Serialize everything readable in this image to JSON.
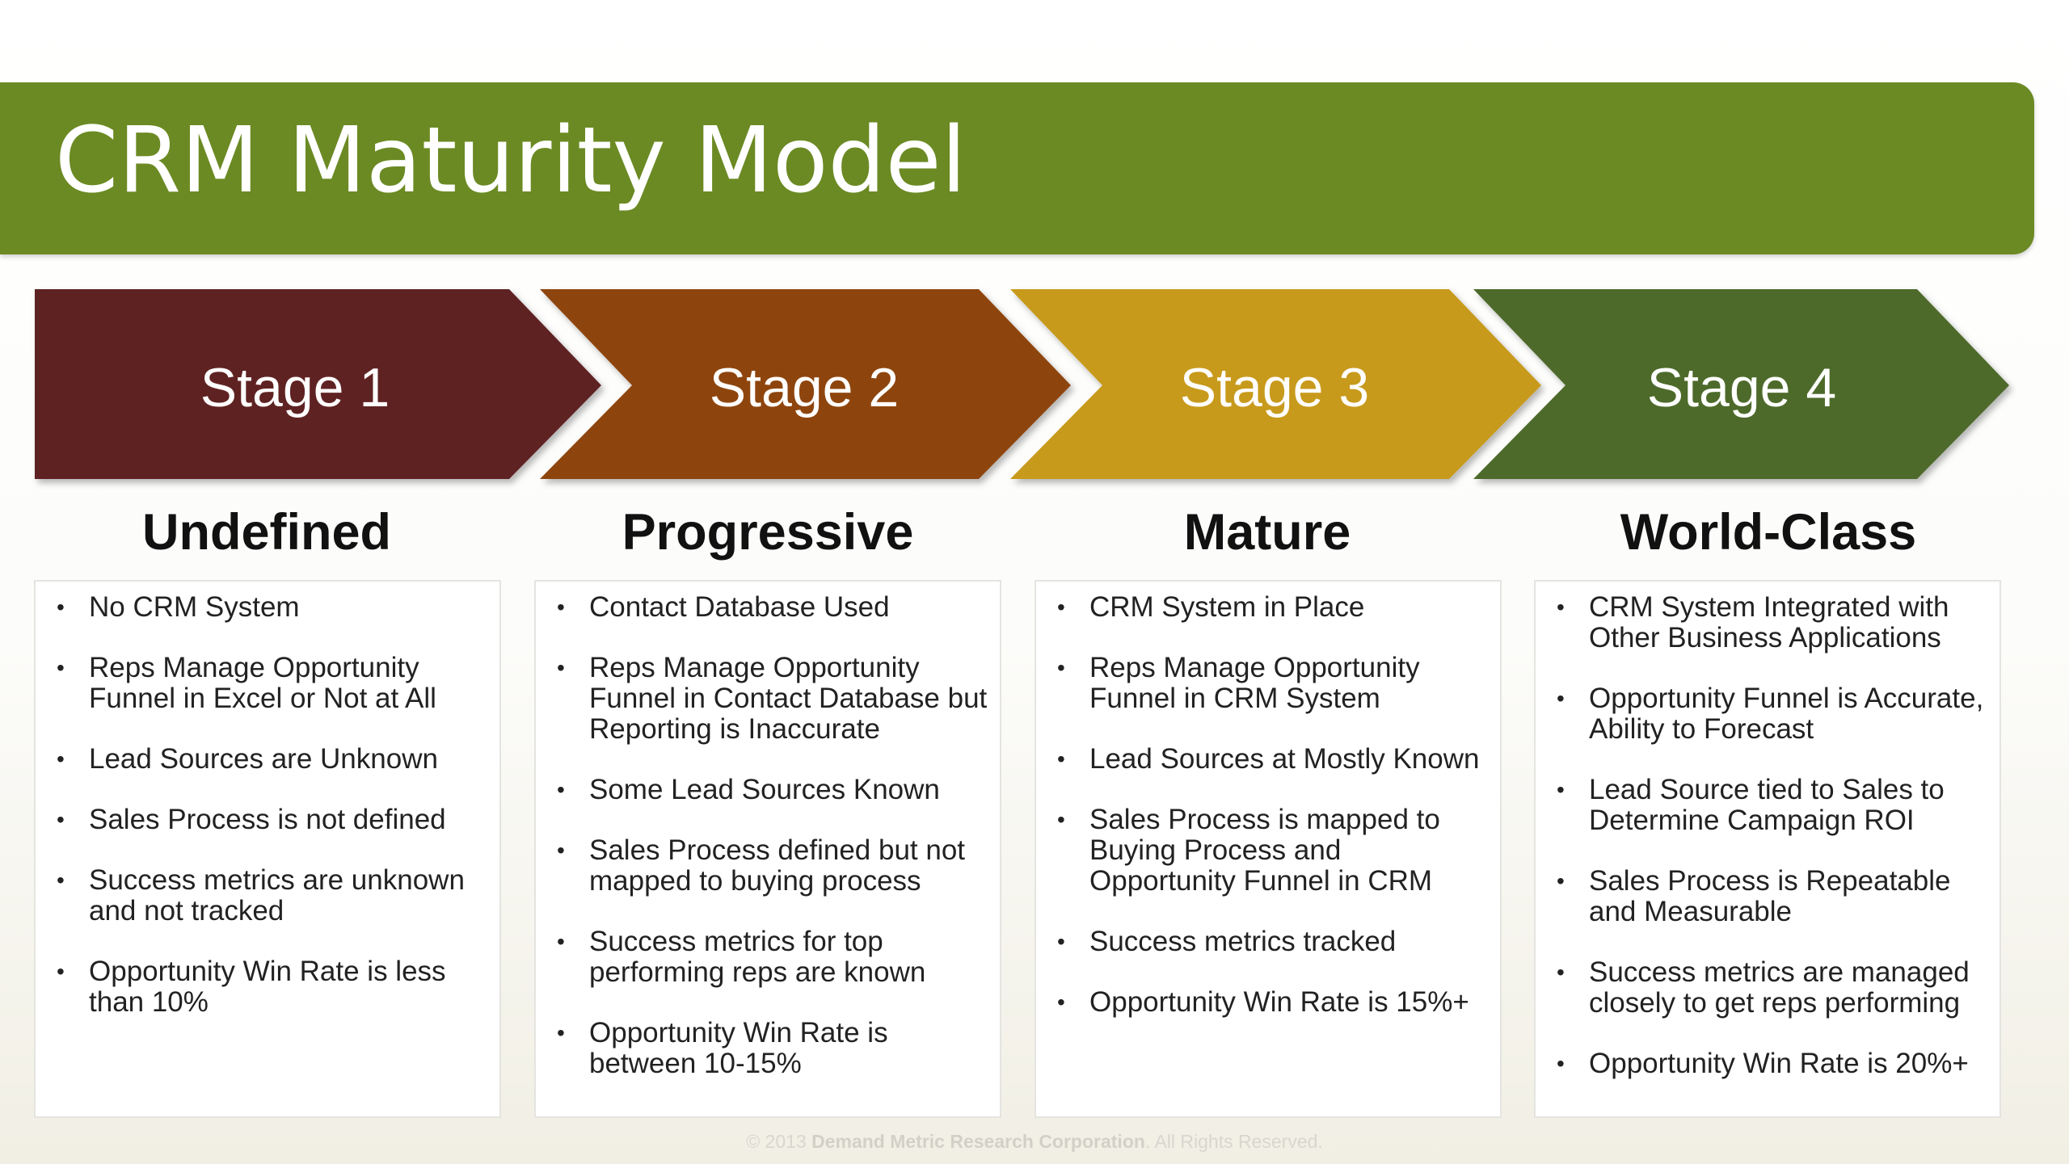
{
  "title": "CRM Maturity Model",
  "colors": {
    "banner": "#6b8a23",
    "stage_1": "#5f2323",
    "stage_2": "#8e4410",
    "stage_3": "#c89a1d",
    "stage_4": "#4d6b2a"
  },
  "stages": [
    {
      "label": "Stage 1",
      "name": "Undefined",
      "items": [
        "No CRM System",
        "Reps Manage Opportunity Funnel in Excel or Not at All",
        "Lead Sources are Unknown",
        "Sales Process is not defined",
        "Success metrics are unknown and not tracked",
        "Opportunity Win Rate is less than 10%"
      ]
    },
    {
      "label": "Stage 2",
      "name": "Progressive",
      "items": [
        "Contact Database Used",
        "Reps Manage Opportunity Funnel in Contact Database but Reporting is Inaccurate",
        "Some Lead Sources Known",
        "Sales Process defined but not mapped to buying process",
        "Success metrics for top performing reps are known",
        "Opportunity Win Rate is between 10-15%"
      ]
    },
    {
      "label": "Stage 3",
      "name": "Mature",
      "items": [
        "CRM System in Place",
        "Reps Manage Opportunity Funnel in CRM System",
        "Lead Sources at Mostly Known",
        "Sales Process is mapped to Buying Process and Opportunity Funnel in CRM",
        "Success metrics tracked",
        "Opportunity Win Rate is 15%+"
      ]
    },
    {
      "label": "Stage 4",
      "name": "World-Class",
      "items": [
        "CRM System Integrated with Other Business Applications",
        "Opportunity Funnel is Accurate, Ability to Forecast",
        "Lead Source tied to Sales to Determine Campaign ROI",
        "Sales Process is Repeatable and Measurable",
        "Success metrics are managed closely to get reps performing",
        "Opportunity Win Rate is 20%+"
      ]
    }
  ],
  "footer": {
    "prefix": "© 2013",
    "brand": "Demand Metric Research Corporation",
    "suffix": "All Rights Reserved."
  }
}
